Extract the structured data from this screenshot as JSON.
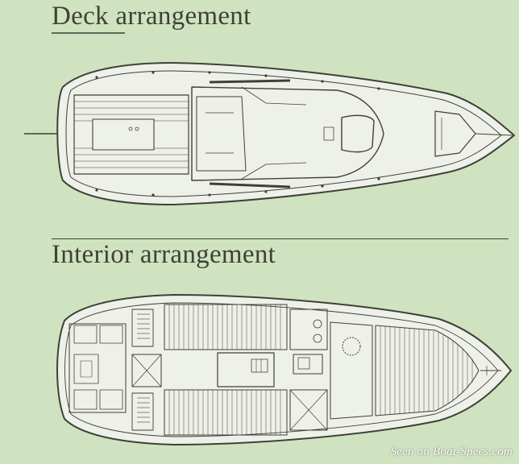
{
  "headings": {
    "deck": "Deck arrangement",
    "interior": "Interior arrangement"
  },
  "watermark": "Seen on Boat-Specs.com",
  "colors": {
    "background": "#cfe3c0",
    "ink": "#3f4136",
    "hull_fill": "#eef0ea"
  }
}
